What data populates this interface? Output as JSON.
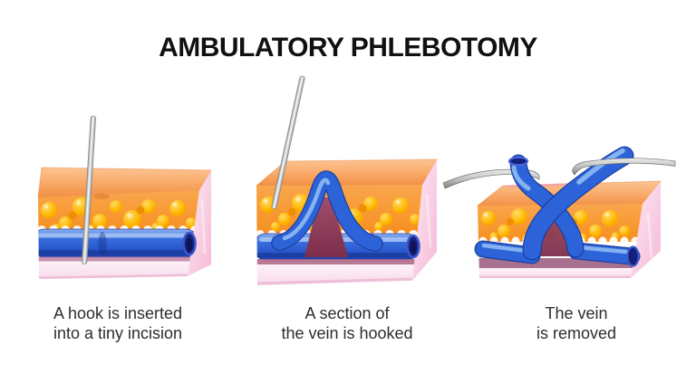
{
  "title": "AMBULATORY PHLEBOTOMY",
  "steps": [
    {
      "caption_line1": "A hook is inserted",
      "caption_line2": "into a tiny incision"
    },
    {
      "caption_line1": "A section of",
      "caption_line2": "the vein is hooked"
    },
    {
      "caption_line1": "The vein",
      "caption_line2": "is removed"
    }
  ],
  "illustration_labels": {
    "step1": "needle hook inserted through skin layers into a tiny incision",
    "step2": "vein pulled up into a peak by the hook",
    "step3": "vein lifted out of the skin by two surgical hooks"
  },
  "colors": {
    "background": "#ffffff",
    "title_text": "#111111",
    "caption_text": "#2d2d2d",
    "skin_orange": "#f4913f",
    "fat_yellow": "#ffb300",
    "vein_blue": "#2d63d8",
    "vein_dark": "#1c3fa0",
    "vein_highlight": "#8fb2f2",
    "tissue_pink": "#f6bcd8",
    "muscle_maroon": "#8d3a56",
    "instrument_gray": "#b9b9b9"
  }
}
